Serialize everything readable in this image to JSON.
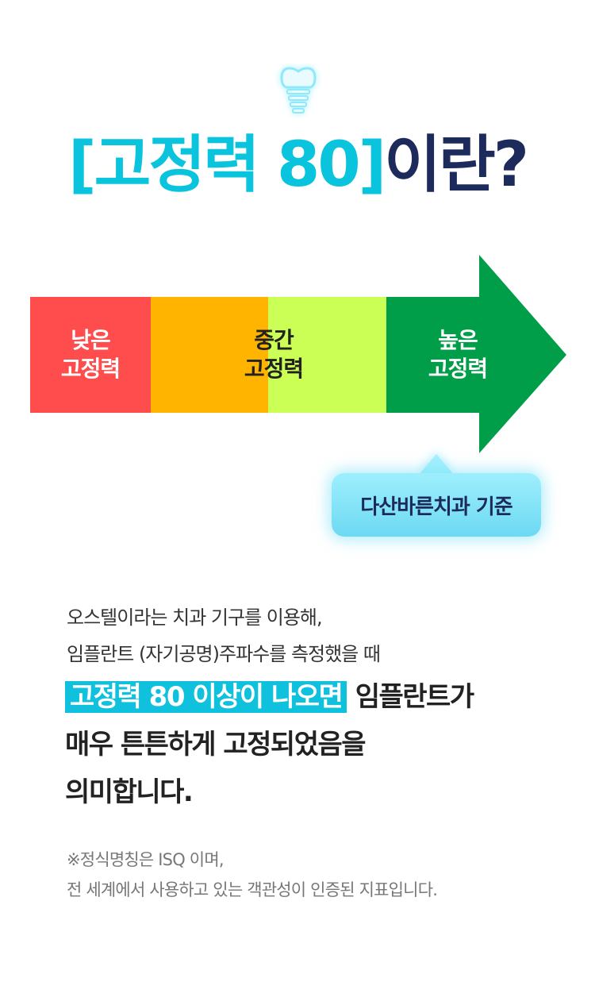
{
  "title": {
    "highlight": "[고정력 80]",
    "rest": "이란?"
  },
  "scale": {
    "low": {
      "line1": "낮은",
      "line2": "고정력"
    },
    "mid": {
      "line1": "중간",
      "line2": "고정력"
    },
    "high": {
      "line1": "높은",
      "line2": "고정력"
    }
  },
  "badge": {
    "label": "다산바른치과 기준"
  },
  "description": {
    "line1": "오스텔이라는 치과 기구를 이용해,",
    "line2": "임플란트 (자기공명)주파수를 측정했을 때",
    "emphasis": {
      "highlight": "고정력 80 이상이 나오면",
      "line1_rest": " 임플란트가",
      "line2": "매우 튼튼하게 고정되었음을",
      "line3": "의미합니다."
    }
  },
  "note": {
    "line1": "※정식명칭은 ISQ 이며,",
    "line2": "전 세계에서 사용하고 있는 객관성이 인증된 지표입니다."
  },
  "colors": {
    "accent": "#0ac3dc",
    "navy": "#1d2a5c",
    "low": "#ff4d4d",
    "mid_orange": "#ffb400",
    "mid_lime": "#ccff55",
    "high": "#009e49"
  }
}
